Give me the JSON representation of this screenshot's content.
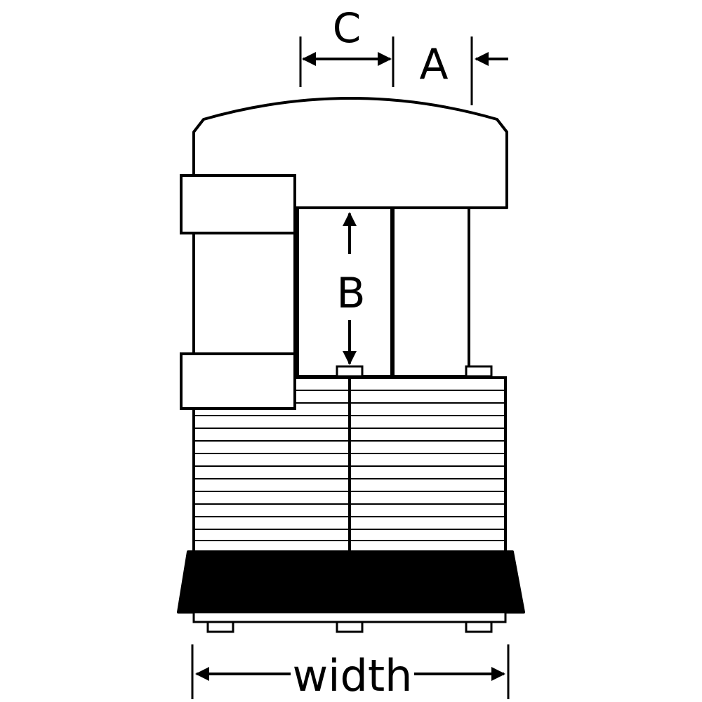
{
  "labels": {
    "a": "A",
    "b": "B",
    "c": "C",
    "width": "width"
  },
  "colors": {
    "stroke": "#000000",
    "background": "#ffffff",
    "base_fill": "#000000"
  }
}
